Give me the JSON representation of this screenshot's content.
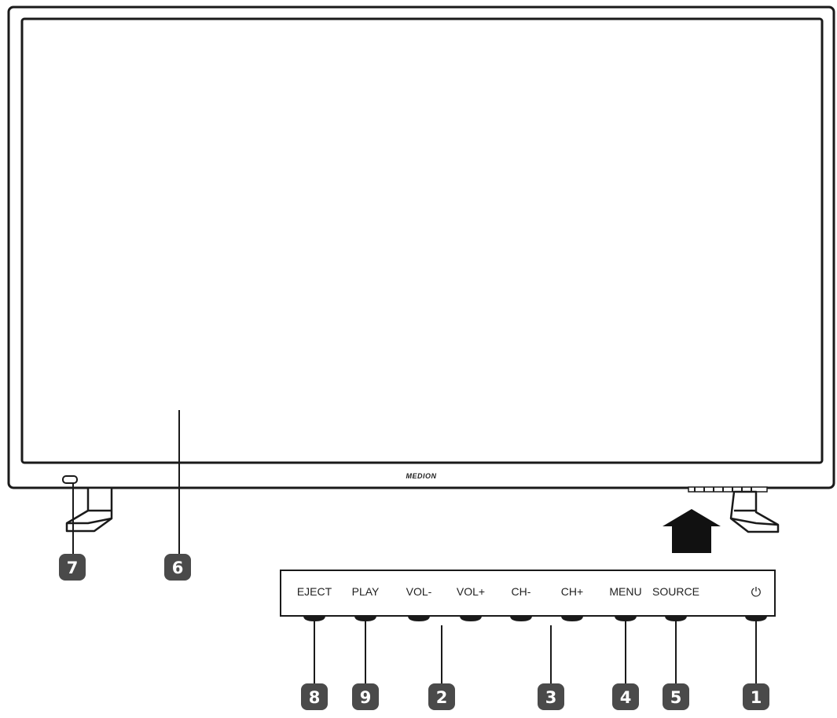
{
  "logo_text": "MEDION",
  "power_symbol": "⏻",
  "power_icon": "power-icon",
  "buttons": [
    {
      "id": "eject",
      "label": "EJECT",
      "callout": "8"
    },
    {
      "id": "play",
      "label": "PLAY",
      "callout": "9"
    },
    {
      "id": "volminus",
      "label": "VOL-",
      "callout": ""
    },
    {
      "id": "volplus",
      "label": "VOL+",
      "callout": ""
    },
    {
      "id": "chminus",
      "label": "CH-",
      "callout": ""
    },
    {
      "id": "chplus",
      "label": "CH+",
      "callout": ""
    },
    {
      "id": "menu",
      "label": "MENU",
      "callout": "4"
    },
    {
      "id": "source",
      "label": "SOURCE",
      "callout": "5"
    },
    {
      "id": "power",
      "label": "",
      "callout": "1"
    }
  ],
  "group_callouts": {
    "volume": "2",
    "channel": "3"
  },
  "callouts": {
    "sensor": "7",
    "screen": "6"
  },
  "colors": {
    "line": "#1a1a1a",
    "badge": "#4a4a4a",
    "arrow": "#111111"
  }
}
